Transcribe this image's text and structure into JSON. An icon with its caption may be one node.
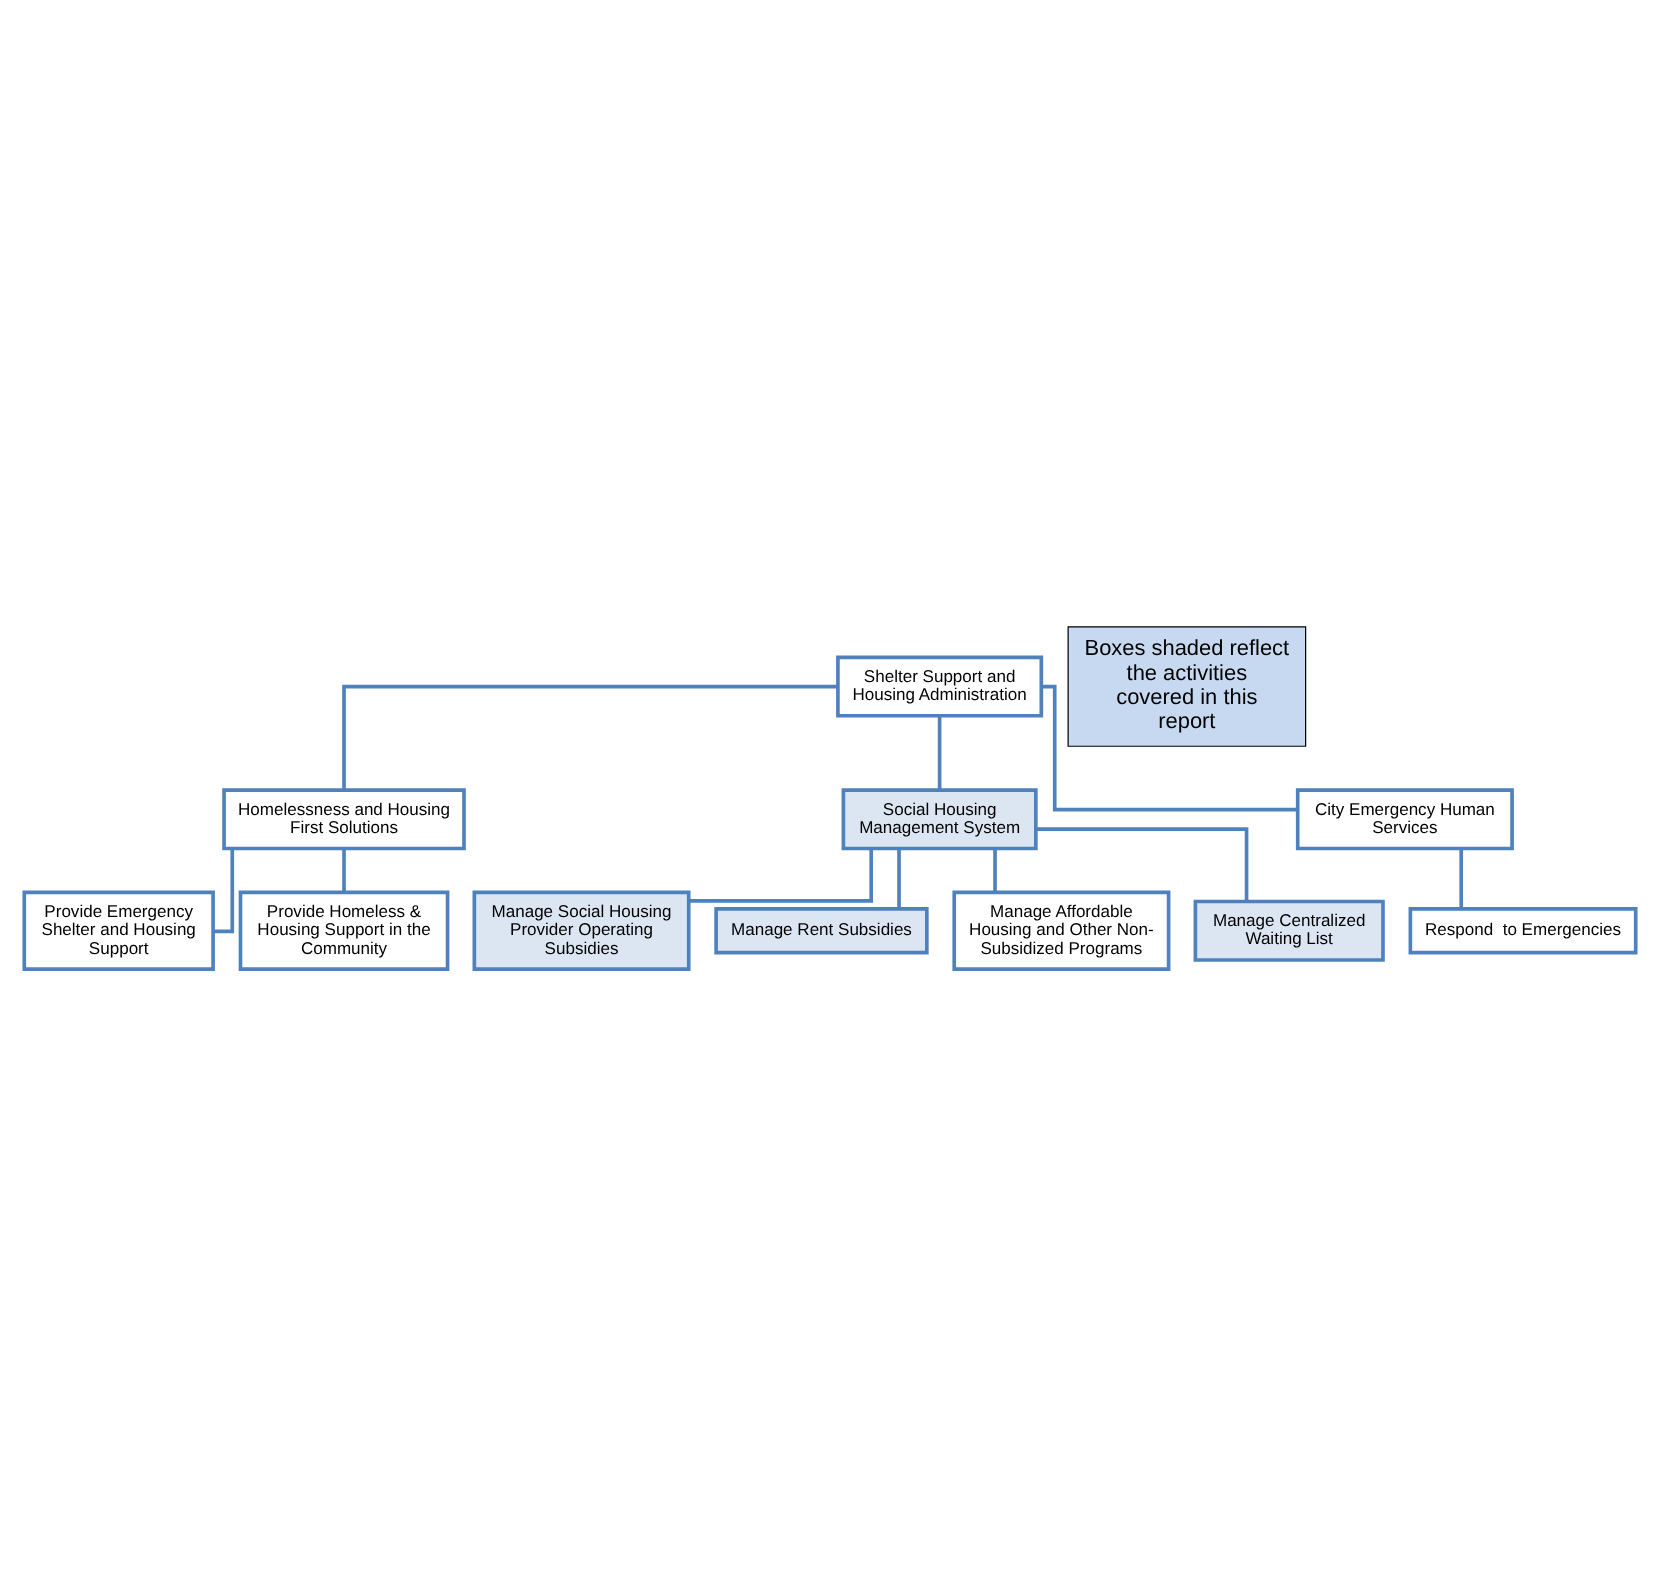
{
  "diagram": {
    "nodes": [
      {
        "text": [
          "Shelter Support and Housing Administration"
        ]
      },
      {
        "text": [
          "Homelessness and Housing First Solutions"
        ]
      },
      {
        "text": [
          "Social Housing Management System"
        ]
      },
      {
        "text": [
          "City Emergency Human Services"
        ]
      },
      {
        "text": [
          "Provide Emergency Shelter and Housing Support"
        ]
      },
      {
        "text": [
          "Provide Homeless & Housing Support in the Community"
        ]
      },
      {
        "text": [
          "Manage Social Housing Provider Operating Subsidies"
        ]
      },
      {
        "text": [
          "Manage Rent Subsidies"
        ]
      },
      {
        "text": [
          "Manage Affordable Housing and Other Non-Subsidized Programs"
        ]
      },
      {
        "text": [
          "Manage Centralized Waiting List"
        ]
      },
      {
        "text": [
          "Respond  to Emergencies"
        ]
      },
      {
        "text": [
          "Boxes shaded reflect the activities covered in this report"
        ]
      }
    ],
    "edges": [
      {
        "from": 0,
        "to": 1,
        "arrow": "none"
      },
      {
        "from": 0,
        "to": 2,
        "arrow": "none"
      },
      {
        "from": 0,
        "to": 3,
        "arrow": "none"
      },
      {
        "from": 1,
        "to": 4,
        "arrow": "none"
      },
      {
        "from": 1,
        "to": 5,
        "arrow": "none"
      },
      {
        "from": 2,
        "to": 6,
        "arrow": "none"
      },
      {
        "from": 2,
        "to": 7,
        "arrow": "none"
      },
      {
        "from": 2,
        "to": 8,
        "arrow": "none"
      },
      {
        "from": 2,
        "to": 9,
        "arrow": "none"
      },
      {
        "from": 3,
        "to": 10,
        "arrow": "none"
      }
    ]
  }
}
